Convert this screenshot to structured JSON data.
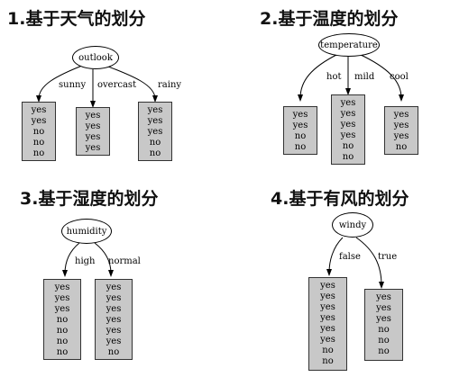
{
  "panels": [
    {
      "title": "1.基于天气的划分",
      "root": "outlook",
      "branches": [
        {
          "label": "sunny",
          "classes": [
            "yes",
            "yes",
            "no",
            "no",
            "no"
          ]
        },
        {
          "label": "overcast",
          "classes": [
            "yes",
            "yes",
            "yes",
            "yes"
          ]
        },
        {
          "label": "rainy",
          "classes": [
            "yes",
            "yes",
            "yes",
            "no",
            "no"
          ]
        }
      ]
    },
    {
      "title": "2.基于温度的划分",
      "root": "temperature",
      "branches": [
        {
          "label": "hot",
          "classes": [
            "yes",
            "yes",
            "no",
            "no"
          ]
        },
        {
          "label": "mild",
          "classes": [
            "yes",
            "yes",
            "yes",
            "yes",
            "no",
            "no"
          ]
        },
        {
          "label": "cool",
          "classes": [
            "yes",
            "yes",
            "yes",
            "no"
          ]
        }
      ]
    },
    {
      "title": "3.基于湿度的划分",
      "root": "humidity",
      "branches": [
        {
          "label": "high",
          "classes": [
            "yes",
            "yes",
            "yes",
            "no",
            "no",
            "no",
            "no"
          ]
        },
        {
          "label": "normal",
          "classes": [
            "yes",
            "yes",
            "yes",
            "yes",
            "yes",
            "yes",
            "no"
          ]
        }
      ]
    },
    {
      "title": "4.基于有风的划分",
      "root": "windy",
      "branches": [
        {
          "label": "false",
          "classes": [
            "yes",
            "yes",
            "yes",
            "yes",
            "yes",
            "yes",
            "no",
            "no"
          ]
        },
        {
          "label": "true",
          "classes": [
            "yes",
            "yes",
            "yes",
            "no",
            "no",
            "no"
          ]
        }
      ]
    }
  ]
}
